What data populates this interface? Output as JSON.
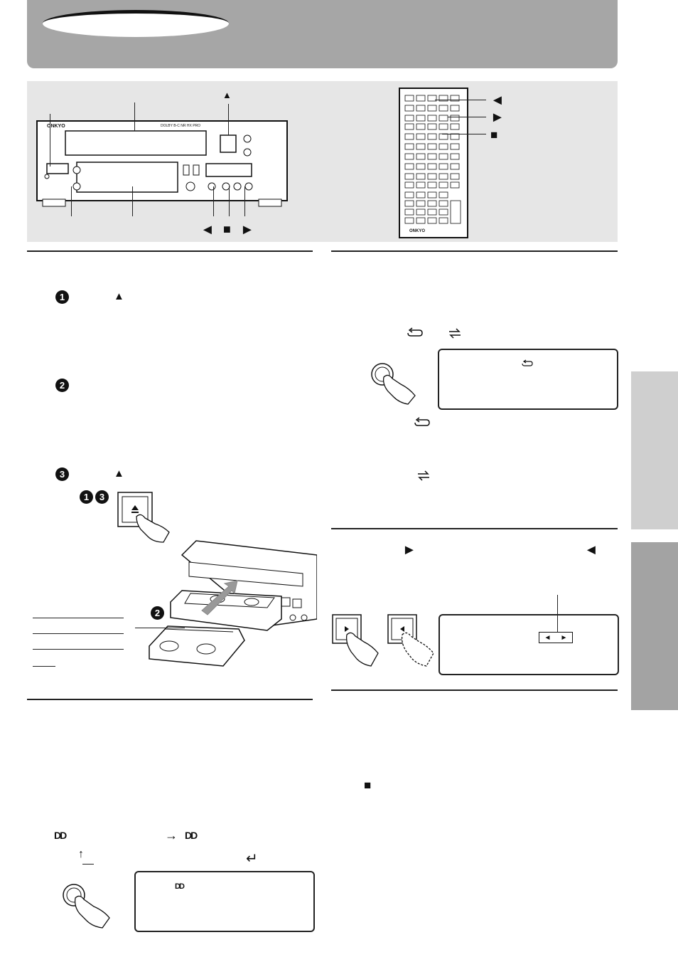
{
  "header": {
    "banner_color": "#a6a6a6",
    "oval_label": ""
  },
  "symbols": {
    "eject": "▲",
    "rewind_play": "◄",
    "forward_play": "►",
    "stop": "■",
    "step_1": "1",
    "step_2": "2",
    "step_3": "3",
    "step_13_a": "1",
    "step_13_b": "3",
    "dolby": "DD",
    "arrow_right": "→",
    "arrow_loop_left": "↑",
    "arrow_return": "↵"
  },
  "device": {
    "brand": "ONKYO",
    "model_text": "DOLBY B-C NR HX PRO",
    "remote_brand": "ONKYO"
  },
  "remote_labels": {
    "reverse": "◄",
    "forward": "►",
    "stop": "■"
  },
  "transport_labels": [
    "◄",
    "■",
    "►"
  ],
  "lcd_display": {
    "left_arrow": "◄",
    "right_arrow": "►"
  },
  "colors": {
    "panel": "#e6e6e6",
    "tab_light": "#cfcfcf",
    "tab_dark": "#a3a3a3"
  }
}
